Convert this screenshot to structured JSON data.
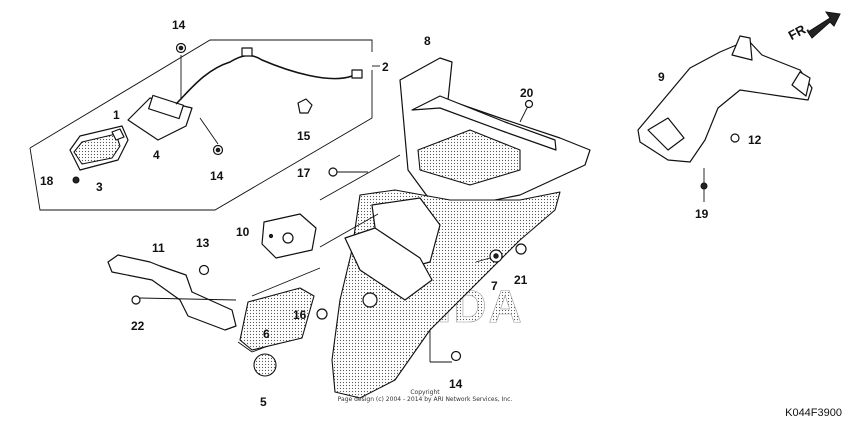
{
  "diagram_code": "K044F3900",
  "direction_label": "FR.",
  "watermark": "HONDA",
  "copyright_line1": "Copyright",
  "copyright_line2": "Page design (c) 2004 - 2014 by ARI Network Services, Inc.",
  "callouts": {
    "c1": "1",
    "c2": "2",
    "c3": "3",
    "c4": "4",
    "c5": "5",
    "c6": "6",
    "c7": "7",
    "c8": "8",
    "c9": "9",
    "c10": "10",
    "c11": "11",
    "c12": "12",
    "c13": "13",
    "c14a": "14",
    "c14b": "14",
    "c14c": "14",
    "c15": "15",
    "c16": "16",
    "c17": "17",
    "c18": "18",
    "c19": "19",
    "c20": "20",
    "c21": "21",
    "c22": "22"
  }
}
